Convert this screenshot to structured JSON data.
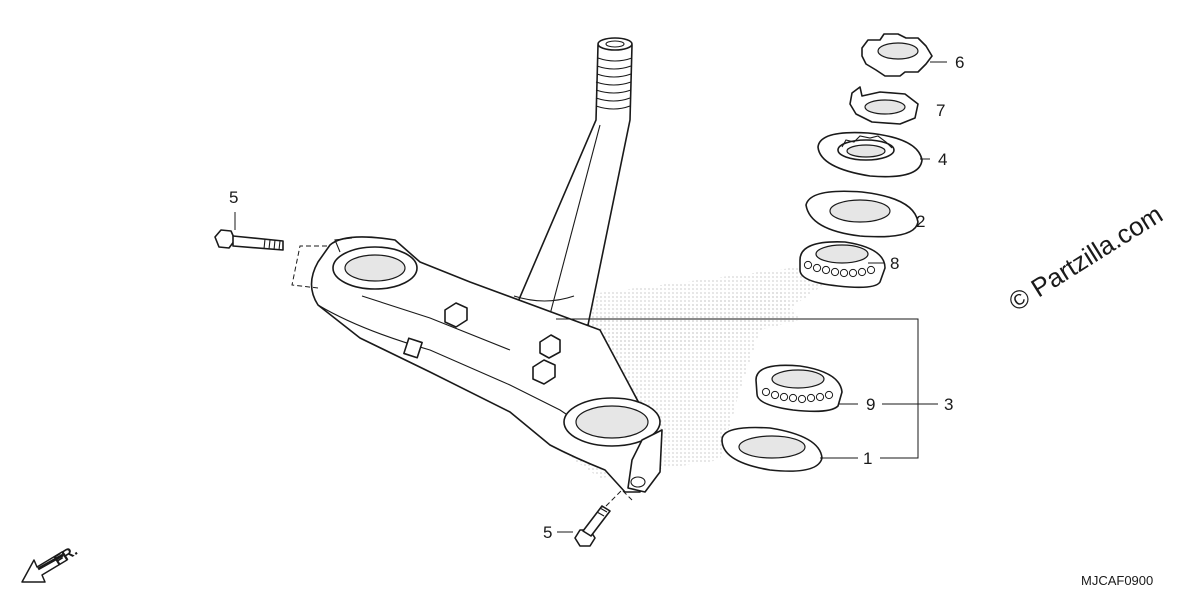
{
  "callouts": {
    "c6": "6",
    "c7": "7",
    "c4": "4",
    "c2": "2",
    "c8": "8",
    "c5_upper": "5",
    "c3": "3",
    "c9": "9",
    "c1": "1",
    "c5_lower": "5"
  },
  "watermark": "© Partzilla.com",
  "diagram_code": "MJCAF0900",
  "direction_label": "FR.",
  "icons": {
    "front_arrow": "arrow-down-left-icon"
  }
}
